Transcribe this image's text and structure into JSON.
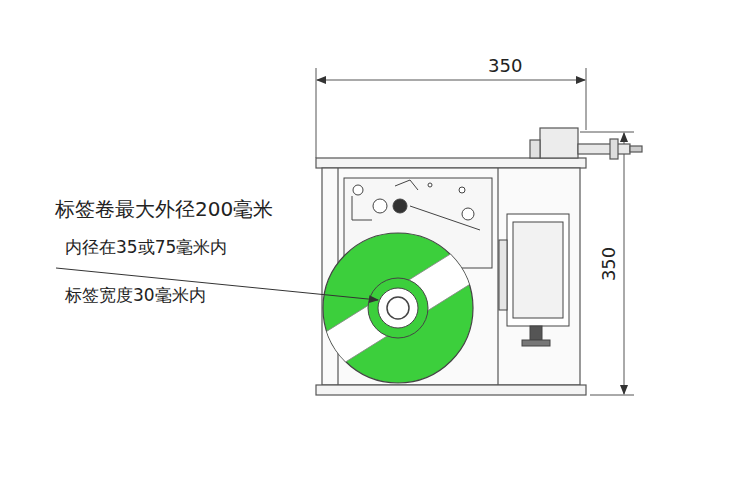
{
  "diagram": {
    "labels": [
      "350",
      "350",
      "标签卷最大外径200毫米",
      "内径在35或75毫米内",
      "标签宽度30毫米内"
    ]
  }
}
